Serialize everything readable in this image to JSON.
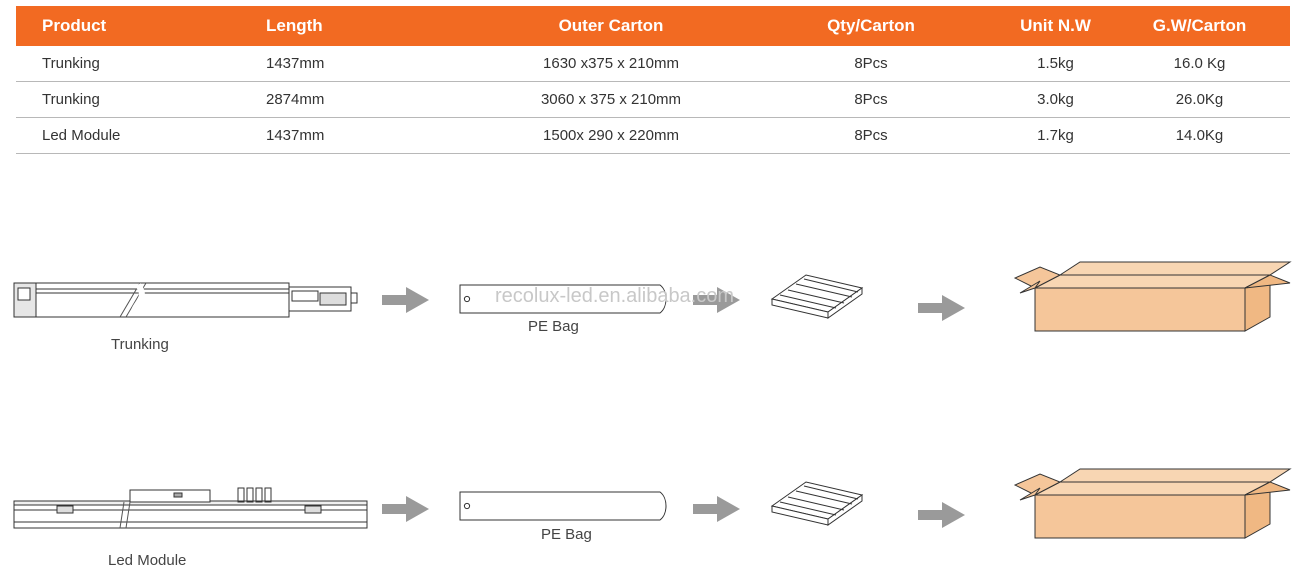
{
  "table": {
    "headers": [
      "Product",
      "Length",
      "Outer Carton",
      "Qty/Carton",
      "Unit N.W",
      "G.W/Carton"
    ],
    "rows": [
      [
        "Trunking",
        "1437mm",
        "1630 x375 x 210mm",
        "8Pcs",
        "1.5kg",
        "16.0 Kg"
      ],
      [
        "Trunking",
        "2874mm",
        "3060 x 375 x 210mm",
        "8Pcs",
        "3.0kg",
        "26.0Kg"
      ],
      [
        "Led Module",
        "1437mm",
        "1500x 290 x 220mm",
        "8Pcs",
        "1.7kg",
        "14.0Kg"
      ]
    ]
  },
  "watermark": "recolux-led.en.alibaba.com",
  "flows": [
    {
      "product_label": "Trunking",
      "bag_label": "PE Bag"
    },
    {
      "product_label": "Led Module",
      "bag_label": "PE Bag"
    }
  ],
  "colors": {
    "header_bg": "#f26a22",
    "header_text": "#ffffff",
    "arrow": "#9a9a9a",
    "carton": "#f5c69a",
    "outline": "#333333"
  },
  "icons": [
    "product-drawing",
    "arrow-right-icon",
    "pe-bag-icon",
    "foam-tray-icon",
    "carton-box-icon"
  ]
}
